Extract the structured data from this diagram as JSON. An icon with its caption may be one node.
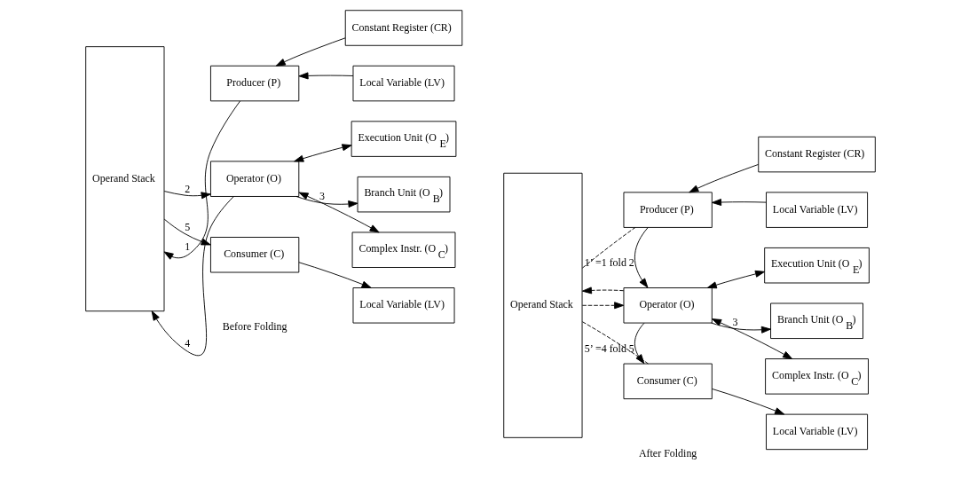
{
  "diagram": {
    "nodes": [
      {
        "text": [
          "Operand Stack"
        ]
      },
      {
        "text": [
          "Producer (P)"
        ]
      },
      {
        "text": [
          "Constant Register (CR)"
        ]
      },
      {
        "text": [
          "Local Variable (LV)"
        ]
      },
      {
        "text": [
          "Operator (O)"
        ]
      },
      {
        "text": [
          "Execution Unit (O$_{E}$)"
        ]
      },
      {
        "text": [
          "Branch Unit (O$_{B}$)"
        ]
      },
      {
        "text": [
          "Complex Instr. (O$_{C}$)"
        ]
      },
      {
        "text": [
          "Consumer (C)"
        ]
      },
      {
        "text": [
          "Local Variable (LV)"
        ]
      },
      {
        "text": [
          "Operand Stack"
        ]
      },
      {
        "text": [
          "Producer (P)"
        ]
      },
      {
        "text": [
          "Constant Register (CR)"
        ]
      },
      {
        "text": [
          "Local Variable (LV)"
        ]
      },
      {
        "text": [
          "Operator (O)"
        ]
      },
      {
        "text": [
          "Execution Unit (O$_{E}$)"
        ]
      },
      {
        "text": [
          "Branch Unit (O$_{B}$)"
        ]
      },
      {
        "text": [
          "Complex Instr. (O$_{C}$)"
        ]
      },
      {
        "text": [
          "Consumer (C)"
        ]
      },
      {
        "text": [
          "Local Variable (LV)"
        ]
      }
    ],
    "edges": [
      {
        "from": 2,
        "to": 1,
        "arrow": "to"
      },
      {
        "from": 3,
        "to": 1,
        "arrow": "to"
      },
      {
        "from": 1,
        "to": 0,
        "arrow": "to",
        "label": "1"
      },
      {
        "from": 0,
        "to": 4,
        "arrow": "to",
        "label": "2"
      },
      {
        "from": 4,
        "to": 0,
        "arrow": "to",
        "label": "4"
      },
      {
        "from": 4,
        "to": 5,
        "arrow": "both"
      },
      {
        "from": 4,
        "to": 6,
        "arrow": "to",
        "label": "3"
      },
      {
        "from": 4,
        "to": 7,
        "arrow": "both"
      },
      {
        "from": 0,
        "to": 8,
        "arrow": "to",
        "label": "5"
      },
      {
        "from": 8,
        "to": 9,
        "arrow": "to"
      },
      {
        "from": 12,
        "to": 11,
        "arrow": "to"
      },
      {
        "from": 13,
        "to": 11,
        "arrow": "to"
      },
      {
        "from": 10,
        "to": 11,
        "arrow": "none",
        "style": "dashed"
      },
      {
        "from": 11,
        "to": 14,
        "arrow": "to",
        "label": "1’ =1 fold 2"
      },
      {
        "from": 10,
        "to": 14,
        "arrow": "to",
        "style": "dashed"
      },
      {
        "from": 14,
        "to": 10,
        "arrow": "to",
        "style": "dashed"
      },
      {
        "from": 14,
        "to": 15,
        "arrow": "both"
      },
      {
        "from": 14,
        "to": 16,
        "arrow": "to",
        "label": "3"
      },
      {
        "from": 14,
        "to": 17,
        "arrow": "both"
      },
      {
        "from": 14,
        "to": 18,
        "arrow": "to",
        "label": "5’ =4 fold 5"
      },
      {
        "from": 10,
        "to": 18,
        "arrow": "none",
        "style": "dashed"
      },
      {
        "from": 18,
        "to": 19,
        "arrow": "to"
      }
    ],
    "labels": [
      "Before Folding",
      "After Folding"
    ]
  }
}
